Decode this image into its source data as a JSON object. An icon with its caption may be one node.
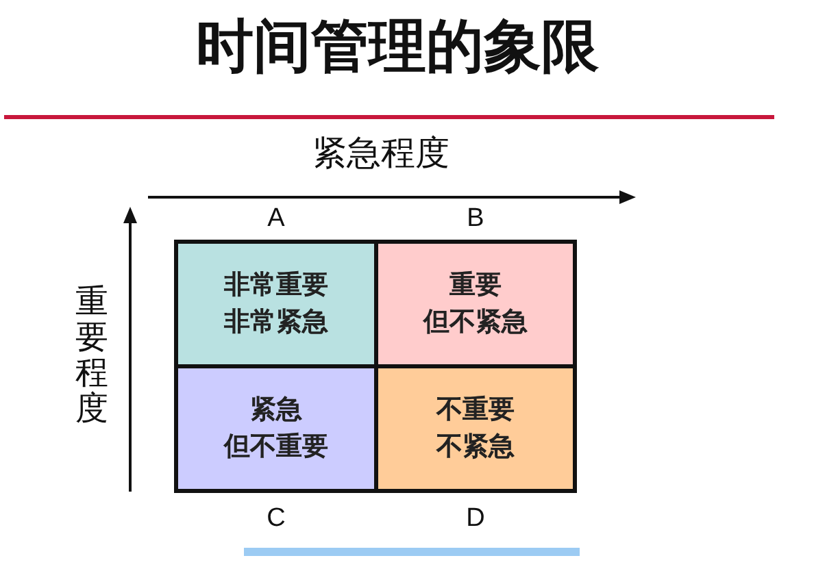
{
  "diagram": {
    "title": "时间管理的象限",
    "nodes": [
      {
        "text": [
          "非常重要非常紧急"
        ],
        "beside": [
          "A"
        ]
      },
      {
        "text": [
          "重要但不紧急"
        ],
        "beside": [
          "B"
        ]
      },
      {
        "text": [
          "紧急但不重要"
        ],
        "beside": [
          "C"
        ]
      },
      {
        "text": [
          "不重要不紧急"
        ],
        "beside": [
          "D"
        ]
      }
    ],
    "labels": [
      "紧急程度",
      "重要程度"
    ]
  }
}
